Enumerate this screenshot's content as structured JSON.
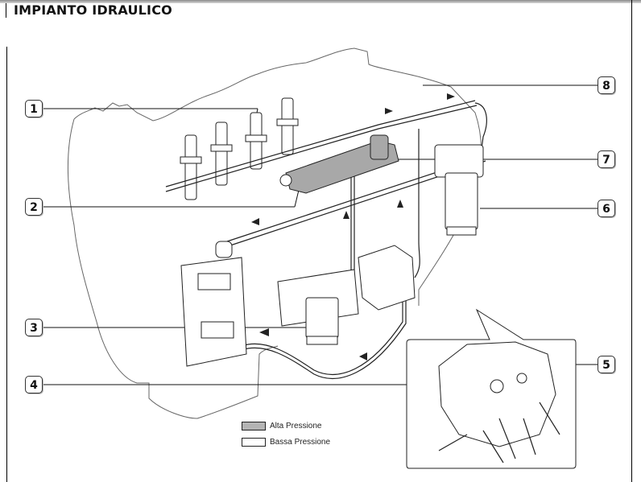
{
  "header": {
    "title": "IMPIANTO IDRAULICO"
  },
  "callouts": [
    {
      "id": "1",
      "label": "1"
    },
    {
      "id": "2",
      "label": "2"
    },
    {
      "id": "3",
      "label": "3"
    },
    {
      "id": "4",
      "label": "4"
    },
    {
      "id": "5",
      "label": "5"
    },
    {
      "id": "6",
      "label": "6"
    },
    {
      "id": "7",
      "label": "7"
    },
    {
      "id": "8",
      "label": "8"
    }
  ],
  "legend": {
    "items": [
      {
        "label": "Alta Pressione",
        "color": "#b4b4b4"
      },
      {
        "label": "Bassa Pressione",
        "color": "#ffffff"
      }
    ]
  },
  "colors": {
    "high_pressure": "#a8a8a8",
    "line": "#222222",
    "outline": "#555555"
  }
}
